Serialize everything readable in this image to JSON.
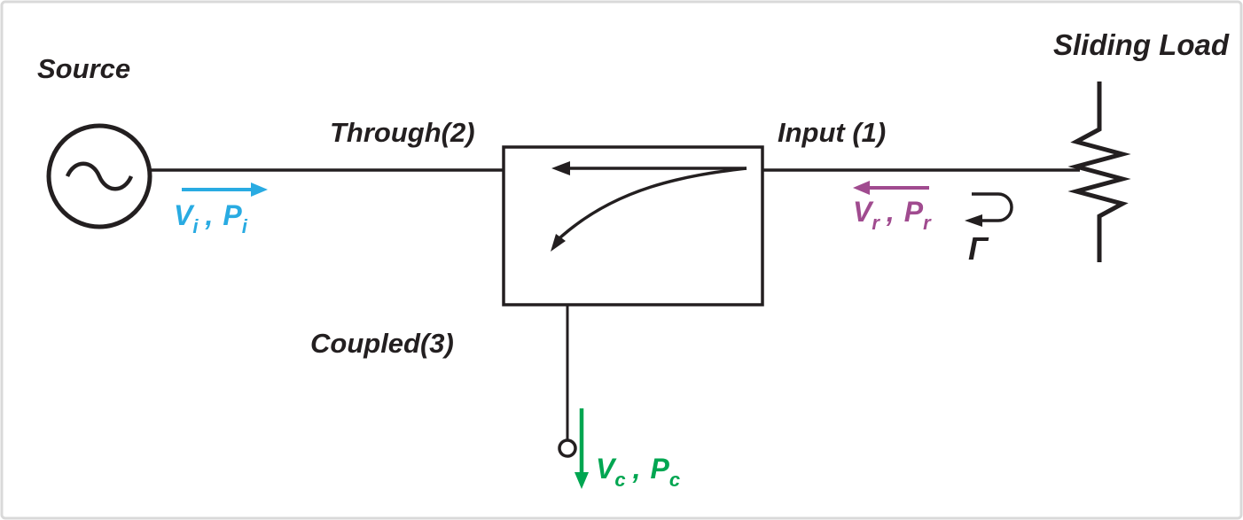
{
  "figure": {
    "labels": {
      "source": "Source",
      "sliding_load": "Sliding Load",
      "through_port": "Through(2)",
      "input_port": "Input (1)",
      "coupled_port": "Coupled(3)",
      "gamma": "Γ"
    },
    "signals": {
      "incident": {
        "v": "V",
        "v_sub": "i",
        "sep": ",",
        "p": "P",
        "p_sub": "i",
        "color": "#29abe2"
      },
      "reflected": {
        "v": "V",
        "v_sub": "r",
        "sep": ",",
        "p": "P",
        "p_sub": "r",
        "color": "#a04b8f"
      },
      "coupled": {
        "v": "V",
        "v_sub": "c",
        "sep": ",",
        "p": "P",
        "p_sub": "c",
        "color": "#00a651"
      }
    },
    "colors": {
      "line": "#231f20",
      "background": "#ffffff",
      "border": "#d9d9d9",
      "incident_arrow": "#29abe2",
      "reflected_arrow": "#a04b8f",
      "coupled_arrow": "#00a651"
    }
  }
}
